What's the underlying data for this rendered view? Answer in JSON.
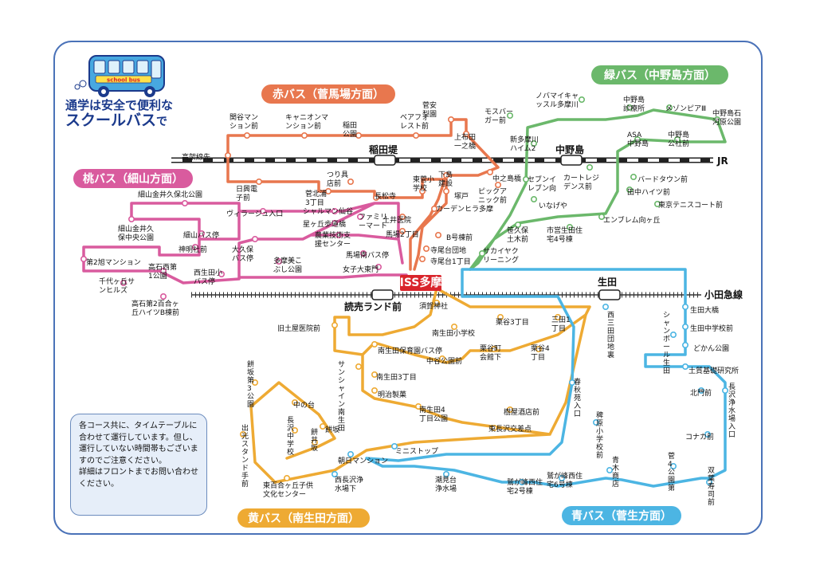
{
  "tagline": {
    "line1": "通学は安全で便利な",
    "line2": "スクールバス",
    "line2_suffix": "で"
  },
  "bus_sign": "school bus",
  "notice": {
    "paragraph1": "各コース共に、タイムテーブルに合わせて運行しています。但し、運行していない時間帯もございますのでご注意ください。",
    "paragraph2": "詳細はフロントまでお問い合わせください。"
  },
  "colors": {
    "red": "#e8774e",
    "green": "#6bb86b",
    "pink": "#d95b9e",
    "yellow": "#eeaa33",
    "blue": "#4cb5e3",
    "frame": "#4a72b8",
    "iss": "#d9242b"
  },
  "routes": {
    "red": "赤バス（菅馬場方面）",
    "green": "緑バス（中野島方面）",
    "pink": "桃バス（細山方面）",
    "yellow": "黄バス（南生田方面）",
    "blue": "青バス（菅生方面）"
  },
  "hub": "ISS多摩",
  "rail": {
    "top": {
      "name": "JR",
      "stations": [
        "稲田堤",
        "中野島"
      ]
    },
    "bottom": {
      "name": "小田急線",
      "stations": [
        "読売ランド前",
        "生田"
      ]
    }
  },
  "stops": {
    "red": [
      "高架線先",
      "関谷マンション前",
      "キャニオンマンション前",
      "稲田公園",
      "ベアフォレスト前",
      "菅安梨園",
      "上布田一之橋",
      "つり具店前",
      "日興電子前",
      "菅北浦3丁目",
      "長松寺",
      "東菅小学校",
      "下島建設",
      "中之島橋",
      "ピックアニック前",
      "塚戸",
      "カーデンヒラ多摩",
      "土井医院",
      "馬場2丁目",
      "B号棟前",
      "寺尾台団地",
      "寺尾台1丁目"
    ],
    "green": [
      "モスバーガー前",
      "ノバマイキャッスル多摩川",
      "中野島診療所",
      "メゾンピアⅢ",
      "中野島石河原公園",
      "ASA中野島",
      "中野島公社前",
      "新多摩川ハイム2",
      "カートレジデンス前",
      "セブンイレブン向",
      "いなげや",
      "バードタウン前",
      "田中ハイツ前",
      "東京テニスコート前",
      "エンブレム向ヶ丘",
      "笹久保土木前",
      "市営生田住宅4号棟",
      "サカイヤクリーニング"
    ],
    "pink": [
      "細山金井久保北公園",
      "ヴィラージュ入口",
      "シャルマン仙谷",
      "星ヶ丘歩道橋",
      "ファミリーマート",
      "細山金井久保中央公園",
      "細山バス停",
      "農業技術支援センター",
      "神明社前",
      "大久保バス停",
      "多摩美こぶし公園",
      "馬場南バス停",
      "第2旭マンション",
      "高石西第1公園",
      "西生田小バス停",
      "女子大東門",
      "千代ヶ丘サンヒルズ",
      "高石第2百合ヶ丘ハイツB棟前"
    ],
    "yellow": [
      "旧土屋医院前",
      "須賀神社",
      "南生田小学校",
      "栗谷3丁目",
      "三田1丁目",
      "南生田保育園バス停",
      "中谷公園前",
      "栗谷町会館下",
      "栗谷4丁目",
      "サンシャイン南生田",
      "南生田3丁目",
      "明治製菓",
      "南生田4丁目公園",
      "樹屋酒店前",
      "東長沢交差点",
      "餅坂第3公園",
      "中の台",
      "長沢中学校",
      "餅坂",
      "餅井坂",
      "出光スタンド手前",
      "東百合ヶ丘子供文化センター"
    ],
    "blue": [
      "生田大橋",
      "シャンボール生田",
      "生田中学校前",
      "どかん公園",
      "西三田団地裏",
      "土質基礎研究所",
      "北門前",
      "長沢浄水場入口",
      "春秋苑入口",
      "稗原小学校前",
      "コナカ前",
      "ミニストップ",
      "朝日マンション",
      "西長沢浄水場下",
      "潮見台浄水場",
      "鷲が峰西住宅2号棟",
      "鷲が峰西住宅6号棟",
      "青木商店",
      "菅4公園第",
      "双葉寿司前"
    ]
  }
}
